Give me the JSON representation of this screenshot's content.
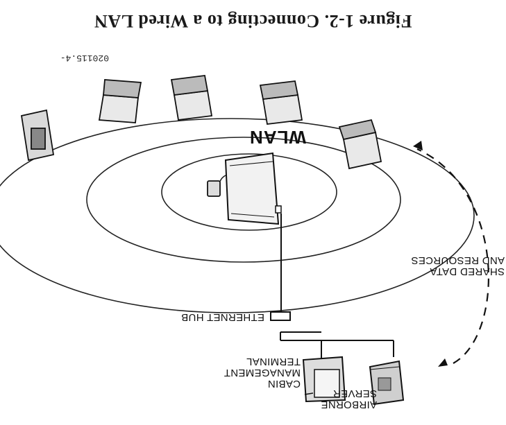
{
  "figure": {
    "title": "Figure 1-2.  Connecting to a Wired LAN",
    "code": "020115.4-"
  },
  "diagram": {
    "wlan_label": "WLAN",
    "shared_label": [
      "SHARED DATA",
      "AND RESOURCES"
    ],
    "hub_label": "ETHERNET HUB",
    "cabin_label": [
      "CABIN",
      "MANAGEMENT",
      "TERMINAL"
    ],
    "server_label": [
      "AIRBORNE",
      "SERVER"
    ]
  }
}
